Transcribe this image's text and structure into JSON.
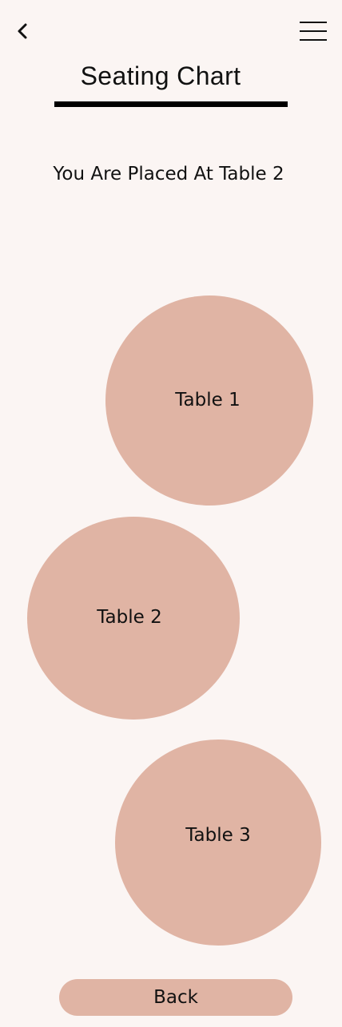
{
  "header": {
    "back_icon": "chevron-left-icon",
    "menu_icon": "hamburger-menu-icon",
    "title": "Seating Chart"
  },
  "placement": {
    "message": "You Are Placed At Table 2"
  },
  "tables": [
    {
      "label": "Table 1"
    },
    {
      "label": "Table 2"
    },
    {
      "label": "Table 3"
    }
  ],
  "footer": {
    "back_label": "Back"
  },
  "colors": {
    "background": "#fbf5f3",
    "table_fill": "#e0b4a4",
    "text": "#111111",
    "underline": "#000000"
  }
}
